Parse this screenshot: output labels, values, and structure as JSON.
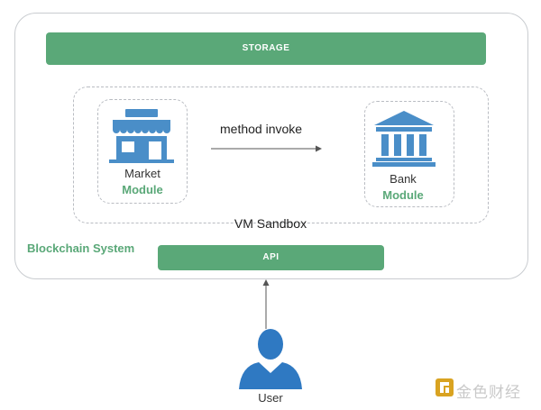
{
  "colors": {
    "green": "#5aa878",
    "blue_icon": "#4a8ec8",
    "user_blue": "#2f79c2",
    "border": "#c9ccd0",
    "dashed": "#b9bcc2"
  },
  "diagram": {
    "storage_label": "STORAGE",
    "api_label": "API",
    "system_label": "Blockchain System",
    "sandbox_label": "VM Sandbox",
    "method_label": "method invoke",
    "market": {
      "name": "Market",
      "kind": "Module",
      "icon": "store-icon"
    },
    "bank": {
      "name": "Bank",
      "kind": "Module",
      "icon": "bank-icon"
    },
    "user": {
      "label": "User",
      "icon": "user-icon"
    }
  },
  "watermark": {
    "text": "金色财经",
    "icon": "jinse-logo-icon"
  }
}
